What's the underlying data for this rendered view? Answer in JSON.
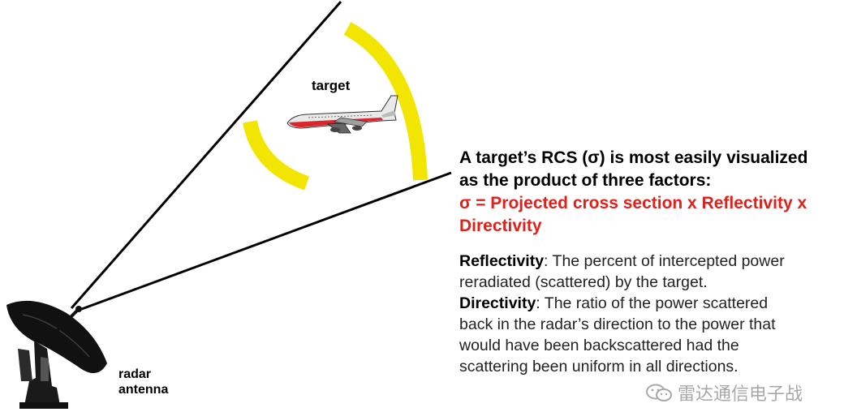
{
  "labels": {
    "target": "target",
    "radar_line1": "radar",
    "radar_line2": "antenna"
  },
  "text": {
    "heading_line1": "A target’s RCS (σ) is most easily visualized",
    "heading_line2": "as the product of three factors:",
    "formula_line1": "σ = Projected cross section x Reflectivity x",
    "formula_line2": "Directivity",
    "reflectivity_term": "Reflectivity",
    "reflectivity_def1": ": The percent of intercepted power",
    "reflectivity_def2": "reradiated (scattered) by the target.",
    "directivity_term": "Directivity",
    "directivity_def1": ": The ratio of the power scattered",
    "directivity_def2": "back in the radar’s direction to the power that",
    "directivity_def3": "would have been backscattered had the",
    "directivity_def4": "scattering been uniform in all directions."
  },
  "watermark": {
    "text": "雷达通信电子战",
    "icon": "wechat-icon"
  },
  "colors": {
    "arc": "#f2e600",
    "formula": "#e0201b",
    "airplane_stripe": "#d8262b"
  }
}
